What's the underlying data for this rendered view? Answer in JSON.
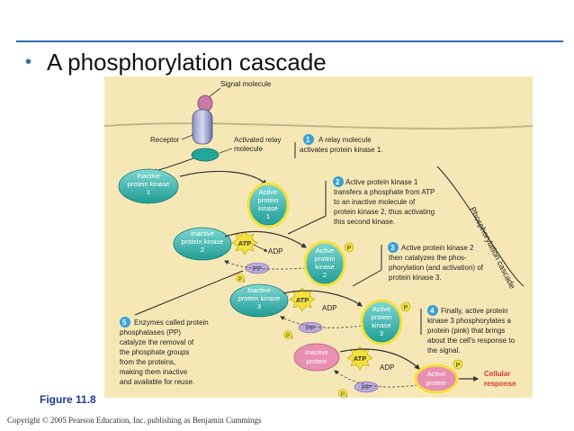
{
  "slide": {
    "bullet": "•",
    "title": "A phosphorylation cascade",
    "figure_label": "Figure 11.8",
    "copyright": "Copyright © 2005 Pearson Education, Inc. publishing as Benjamin Cummings"
  },
  "diagram": {
    "signal_molecule": "Signal molecule",
    "receptor": "Receptor",
    "relay_label": [
      "Activated relay",
      "molecule"
    ],
    "vertical_label": "Phosphorylation cascade",
    "cellular_response": [
      "Cellular",
      "response"
    ],
    "kinase1_inactive": [
      "Inactive",
      "protein kinase",
      "1"
    ],
    "kinase1_active": [
      "Active",
      "protein",
      "kinase",
      "1"
    ],
    "kinase2_inactive": [
      "Inactive",
      "protein kinase",
      "2"
    ],
    "kinase2_active": [
      "Active",
      "protein",
      "kinase",
      "2"
    ],
    "kinase3_inactive": [
      "Inactive",
      "protein kinase",
      "3"
    ],
    "kinase3_active": [
      "Active",
      "protein",
      "kinase",
      "3"
    ],
    "protein_inactive": [
      "Inactive",
      "protein"
    ],
    "protein_active": [
      "Active",
      "protein"
    ],
    "atp": "ATP",
    "adp": "ADP",
    "pp": "PP",
    "p": "P",
    "pi_p": "P",
    "pi_i": "i"
  },
  "steps": [
    {
      "number": "1",
      "lines": [
        "A relay molecule",
        "activates protein kinase 1."
      ]
    },
    {
      "number": "2",
      "lines": [
        "Active protein kinase 1",
        "transfers a phosphate from ATP",
        "to an inactive molecule of",
        "protein kinase 2, thus activating",
        "this second kinase."
      ]
    },
    {
      "number": "3",
      "lines": [
        "Active protein kinase 2",
        "then catalyzes the phos-",
        "phorylation (and activation) of",
        "protein kinase 3."
      ]
    },
    {
      "number": "4",
      "lines": [
        "Finally, active protein",
        "kinase 3 phosphorylates a",
        "protein (pink) that brings",
        "about the cell's response to",
        "the signal."
      ]
    },
    {
      "number": "5",
      "lines": [
        "Enzymes called protein",
        "phosphatases (PP)",
        "catalyze the removal of",
        "the phosphate groups",
        "from the proteins,",
        "making them inactive",
        "and available for reuse."
      ]
    }
  ],
  "colors": {
    "accent": "#2e6fb3",
    "panel": "#f6e8b6",
    "kinase": "#3fb8b0",
    "active_ring": "#f4e23c",
    "pink": "#e98fb2",
    "pp": "#b8a6da",
    "step_badge": "#3aa0d8",
    "membrane": "#2e9c96"
  }
}
